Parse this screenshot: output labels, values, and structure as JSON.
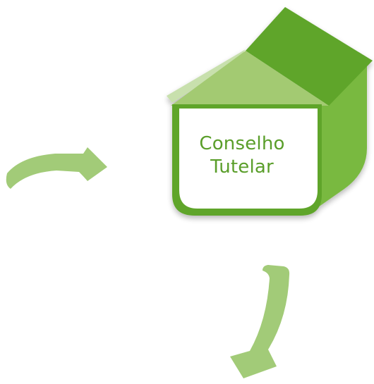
{
  "house": {
    "label_line1": "Conselho",
    "label_line2": "Tutelar",
    "icon": "house-icon"
  },
  "arrows": [
    {
      "name": "arrow-right-icon",
      "direction": "right"
    },
    {
      "name": "arrow-down-icon",
      "direction": "down"
    }
  ],
  "colors": {
    "dark_green": "#5fa52a",
    "mid_green": "#79b93f",
    "light_green": "#a3ca72",
    "pale_green": "#c8e0ad",
    "arrow_green": "#a2cb78",
    "label_text": "#5a9e2a",
    "white": "#ffffff"
  }
}
